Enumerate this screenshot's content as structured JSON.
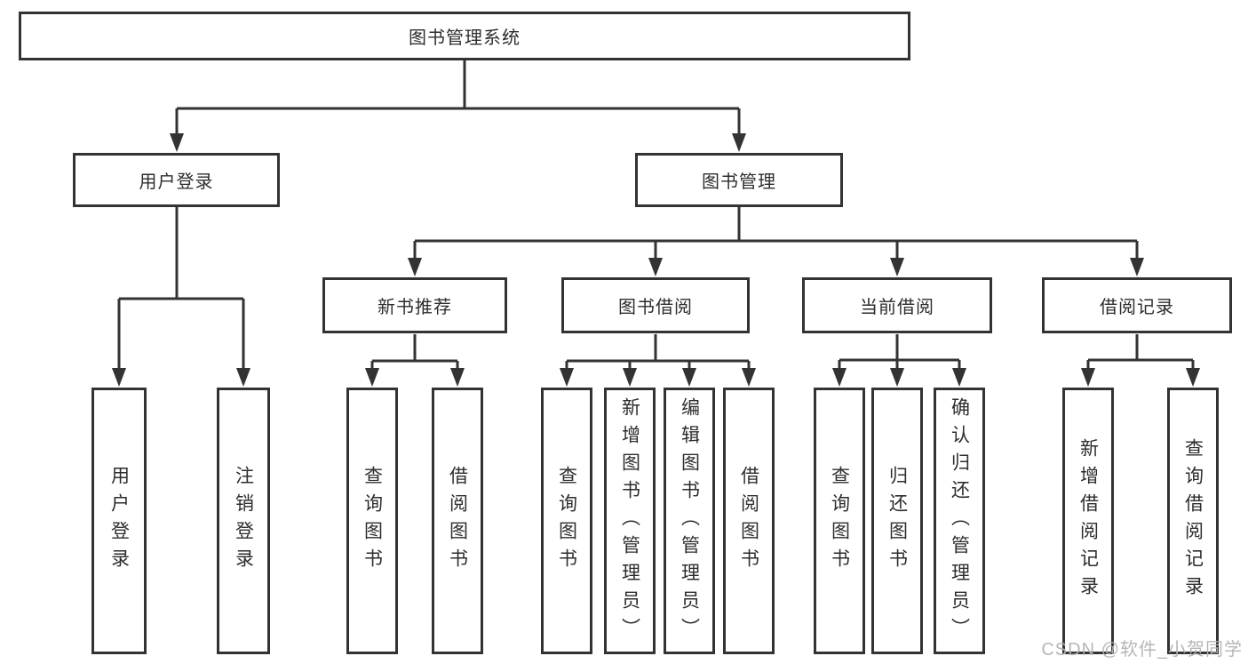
{
  "diagram": {
    "title": "图书管理系统",
    "tree": {
      "root": {
        "label": "图书管理系统"
      },
      "level2": [
        {
          "label": "用户登录"
        },
        {
          "label": "图书管理"
        }
      ],
      "level3": [
        {
          "label": "新书推荐"
        },
        {
          "label": "图书借阅"
        },
        {
          "label": "当前借阅"
        },
        {
          "label": "借阅记录"
        }
      ],
      "leaves": [
        {
          "label": "用户登录",
          "parent": "用户登录"
        },
        {
          "label": "注销登录",
          "parent": "用户登录"
        },
        {
          "label": "查询图书",
          "parent": "新书推荐"
        },
        {
          "label": "借阅图书",
          "parent": "新书推荐"
        },
        {
          "label": "查询图书",
          "parent": "图书借阅"
        },
        {
          "label": "新增图书（管理员）",
          "parent": "图书借阅"
        },
        {
          "label": "编辑图书（管理员）",
          "parent": "图书借阅"
        },
        {
          "label": "借阅图书",
          "parent": "图书借阅"
        },
        {
          "label": "查询图书",
          "parent": "当前借阅"
        },
        {
          "label": "归还图书",
          "parent": "当前借阅"
        },
        {
          "label": "确认归还（管理员）",
          "parent": "当前借阅"
        },
        {
          "label": "新增借阅记录",
          "parent": "借阅记录"
        },
        {
          "label": "查询借阅记录",
          "parent": "借阅记录"
        }
      ]
    },
    "watermark": "CSDN @软件_小贺同学",
    "colors": {
      "line": "#333333",
      "text": "#2d2d2d",
      "box_background": "#ffffff",
      "watermark": "#b2b2b2",
      "page_background": "#ffffff"
    }
  }
}
